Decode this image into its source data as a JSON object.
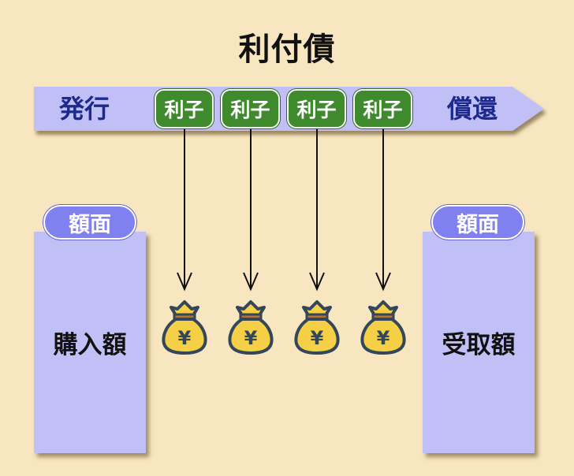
{
  "title": "利付債",
  "timeline": {
    "start_label": "発行",
    "end_label": "償還",
    "interest_badges": [
      {
        "label": "利子"
      },
      {
        "label": "利子"
      },
      {
        "label": "利子"
      },
      {
        "label": "利子"
      }
    ]
  },
  "left_box": {
    "tag": "額面",
    "label": "購入額"
  },
  "right_box": {
    "tag": "額面",
    "label": "受取額"
  },
  "money_bags": [
    {
      "icon": "yen-money-bag-icon",
      "symbol": "¥"
    },
    {
      "icon": "yen-money-bag-icon",
      "symbol": "¥"
    },
    {
      "icon": "yen-money-bag-icon",
      "symbol": "¥"
    },
    {
      "icon": "yen-money-bag-icon",
      "symbol": "¥"
    }
  ],
  "colors": {
    "background": "#f8e6c0",
    "timeline_fill": "#c0c0f6",
    "timeline_text": "#1d2a8c",
    "badge_green": "#3f8a2c",
    "pill_blue": "#8080f0",
    "bag_yellow": "#f5cf45",
    "bag_outline": "#33475b",
    "bag_band": "#b8733a"
  }
}
